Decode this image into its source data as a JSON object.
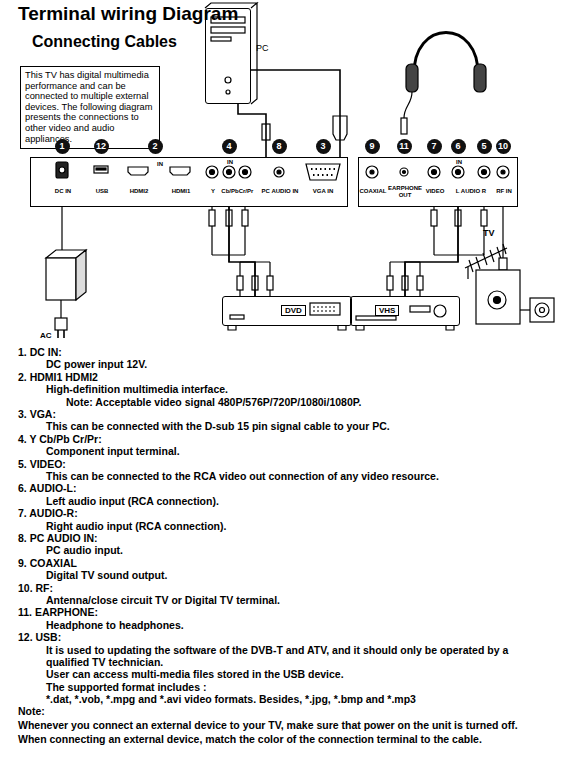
{
  "diagram": {
    "title": "Terminal wiring Diagram",
    "nodes": [
      {
        "text": [
          "This TV has digital multimedia performance and can be connected to multiple external devices. The following diagram presents the connections to other video and audio appliances."
        ]
      },
      {
        "text": [
          "PC"
        ]
      },
      {
        "text": [
          "1"
        ]
      },
      {
        "text": [
          "12"
        ]
      },
      {
        "text": [
          "2"
        ]
      },
      {
        "text": [
          "4"
        ]
      },
      {
        "text": [
          "8"
        ]
      },
      {
        "text": [
          "3"
        ]
      },
      {
        "text": [
          "9"
        ]
      },
      {
        "text": [
          "11"
        ]
      },
      {
        "text": [
          "7"
        ]
      },
      {
        "text": [
          "6"
        ]
      },
      {
        "text": [
          "5"
        ]
      },
      {
        "text": [
          "10"
        ]
      },
      {
        "text": [
          "DC IN",
          "USB",
          "HDMI2",
          "IN",
          "HDMI1",
          "IN",
          "Y",
          "Cb/Pb",
          "Cr/Pr",
          "PC AUDIO IN",
          "VGA IN"
        ]
      },
      {
        "text": [
          "COAXIAL",
          "EARPHONE OUT",
          "IN",
          "VIDEO",
          "L AUDIO R",
          "RF IN"
        ]
      },
      {
        "text": [
          "DVD"
        ]
      },
      {
        "text": [
          "VHS"
        ]
      }
    ],
    "edges": [
      {
        "from": 16,
        "to": 14,
        "arrow": "none"
      },
      {
        "from": 1,
        "to": 14,
        "arrow": "none"
      },
      {
        "from": 1,
        "to": 14,
        "arrow": "none"
      },
      {
        "from": 17,
        "to": 15,
        "arrow": "none"
      }
    ],
    "labels": [
      "Connecting Cables",
      "TV",
      "AC",
      "1. DC IN:",
      "DC power input 12V.",
      "2. HDMI1 HDMI2",
      "High-definition multimedia interface.",
      "Note: Acceptable video signal 480P/576P/720P/1080i/1080P.",
      "3. VGA:",
      "This can be connected with the D-sub 15 pin signal cable to your PC.",
      "4. Y Cb/Pb Cr/Pr:",
      "Component input terminal.",
      "5. VIDEO:",
      "This can be connected to the RCA video out connection of any video resource.",
      "6. AUDIO-L:",
      "Left audio input (RCA connection).",
      "7. AUDIO-R:",
      "Right audio input (RCA connection).",
      "8. PC AUDIO IN:",
      "PC audio input.",
      "9. COAXIAL",
      "Digital TV sound output.",
      "10. RF:",
      "Antenna/close circuit TV or Digital TV terminal.",
      "11. EARPHONE:",
      "Headphone to headphones.",
      "12. USB:",
      "It is used to updating the software of the DVB-T and ATV, and it should only be operated by a qualified TV technician.",
      "User can access multi-media files stored in the USB device.",
      "The supported format includes :",
      "*.dat, *.vob, *.mpg and *.avi video formats. Besides, *.jpg, *.bmp and *.mp3",
      "Note:",
      "Whenever you connect an external device to your TV, make sure that power on the unit is turned off.",
      "When connecting an external device, match the color of the connection terminal to the cable."
    ]
  }
}
